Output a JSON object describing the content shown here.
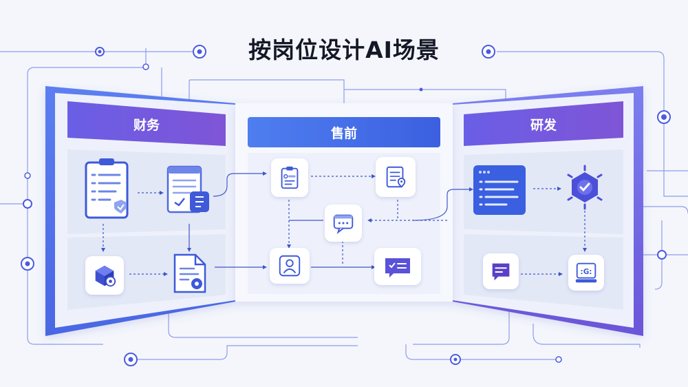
{
  "title": "按岗位设计AI场景",
  "panels": [
    {
      "id": "finance",
      "label": "财务"
    },
    {
      "id": "presales",
      "label": "售前"
    },
    {
      "id": "rnd",
      "label": "研发"
    }
  ],
  "icons": {
    "finance": [
      "clipboard-check-icon",
      "document-chart-icon",
      "cube-icon",
      "document-settings-icon"
    ],
    "presales": [
      "id-card-icon",
      "document-location-icon",
      "chat-bubble-icon",
      "user-profile-icon",
      "checklist-message-icon"
    ],
    "rnd": [
      "list-window-icon",
      "shield-check-icon",
      "message-icon",
      "ai-chip-icon"
    ]
  },
  "colors": {
    "accent": "#4b5be0",
    "purple": "#7a55d8",
    "blue": "#3f68e6",
    "title": "#151826"
  }
}
